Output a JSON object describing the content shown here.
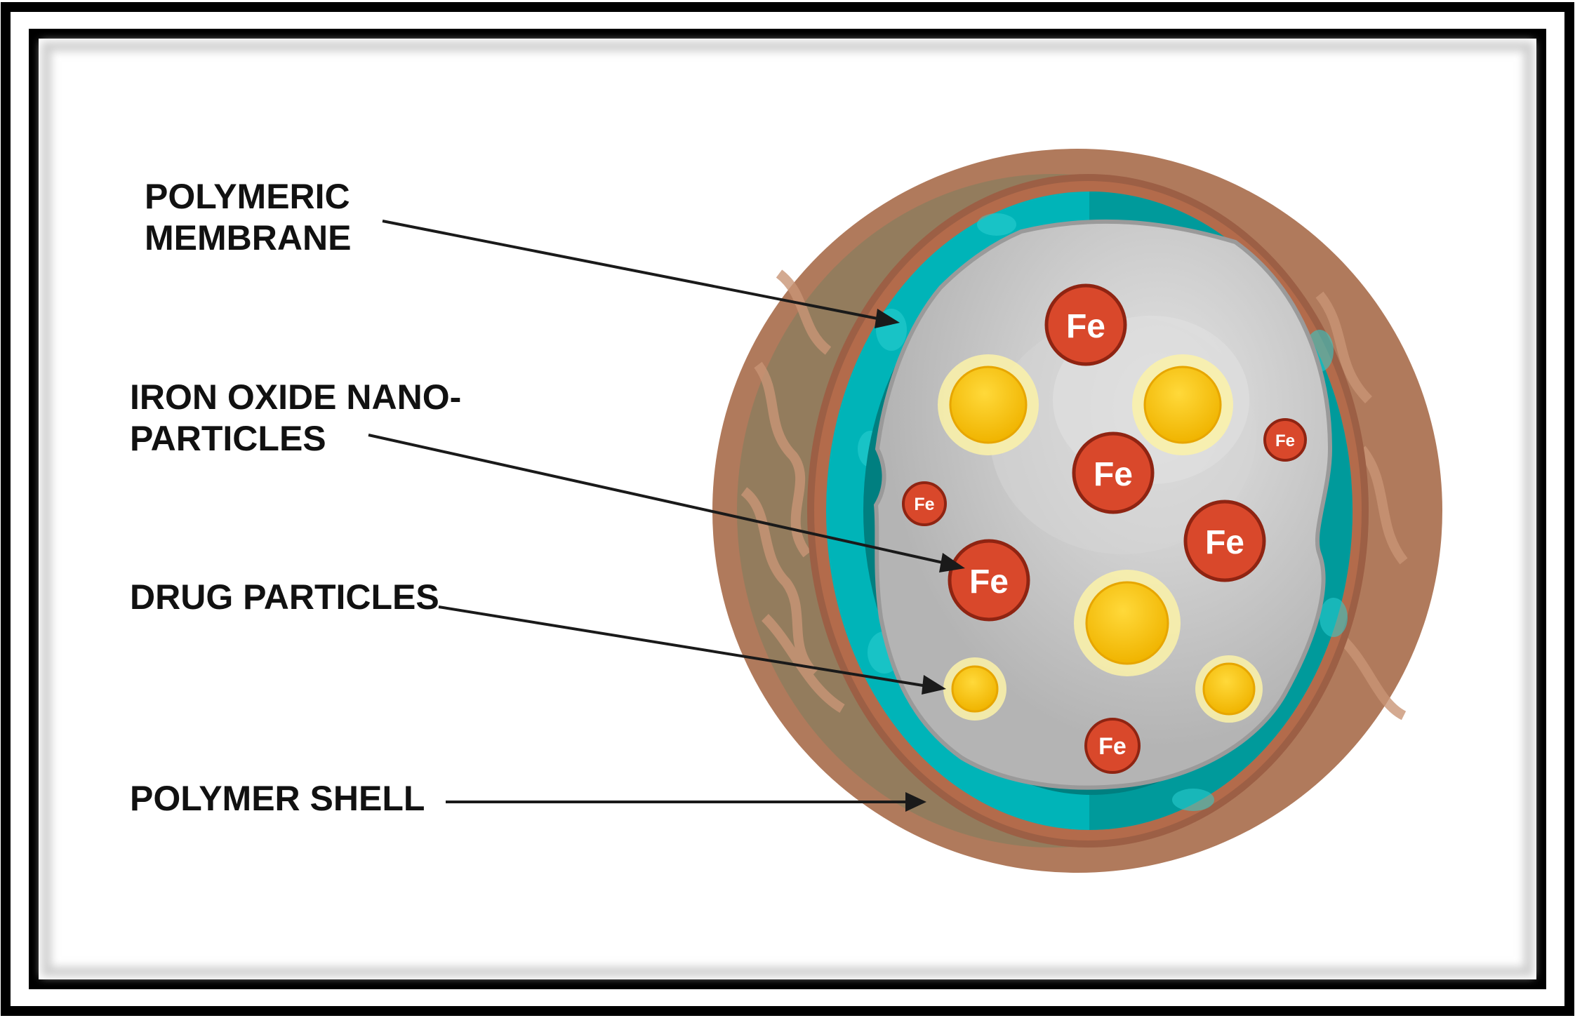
{
  "labels": {
    "polymeric_membrane_line1": "POLYMERIC",
    "polymeric_membrane_line2": "MEMBRANE",
    "iron_oxide_line1": "IRON OXIDE NANO-",
    "iron_oxide_line2": "PARTICLES",
    "drug_particles": "DRUG PARTICLES",
    "polymer_shell": "POLYMER SHELL"
  },
  "particles": {
    "fe_symbol": "Fe"
  },
  "colors": {
    "frame": "#000000",
    "shell_outer": "#b07a5c",
    "shell_dark": "#7c7a5a",
    "membrane": "#00b4b8",
    "membrane_dark": "#008f8f",
    "core": "#bdbdbd",
    "core_light": "#dcdcdc",
    "fe_particle": "#d9482b",
    "drug_particle": "#f5c400",
    "drug_glow": "#fbf2a8"
  }
}
